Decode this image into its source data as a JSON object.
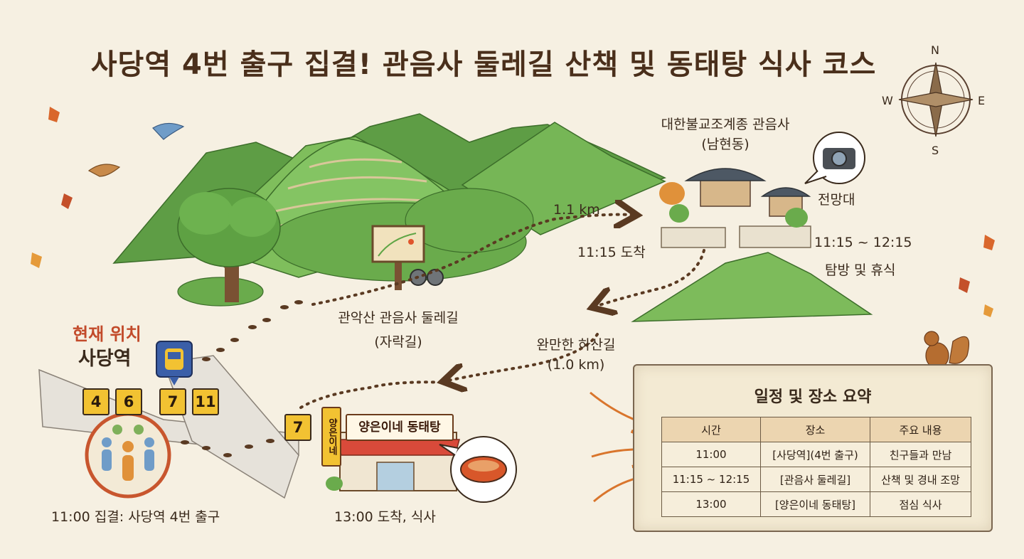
{
  "title": "사당역 4번 출구 집결! 관음사 둘레길 산책 및 동태탕 식사 코스",
  "compass": {
    "n": "N",
    "e": "E",
    "s": "S",
    "w": "W"
  },
  "temple": {
    "name": "대한불교조계종 관음사",
    "area": "(남현동)",
    "viewpoint": "전망대",
    "arrival": "11:15 도착",
    "stay_time": "11:15 ~ 12:15",
    "stay_desc": "탐방 및 휴식"
  },
  "trail": {
    "distance_up": "1.1 km",
    "name": "관악산 관음사 둘레길",
    "sub": "(자락길)",
    "down_name": "완만한 하산길",
    "down_distance": "(1.0 km)"
  },
  "station": {
    "current": "현재 위치",
    "name": "사당역",
    "exits": [
      "4",
      "6",
      "7",
      "11"
    ],
    "meet": "11:00 집결: 사당역 4번 출구"
  },
  "restaurant": {
    "exit": "7",
    "vertical_sign": "양은이네",
    "name": "양은이네 동태탕",
    "arrival": "13:00 도착, 식사"
  },
  "schedule": {
    "title": "일정 및 장소 요약",
    "headers": [
      "시간",
      "장소",
      "주요 내용"
    ],
    "rows": [
      [
        "11:00",
        "[사당역](4번 출구)",
        "친구들과 만남"
      ],
      [
        "11:15 ~ 12:15",
        "[관음사 둘레길]",
        "산책 및 경내 조망"
      ],
      [
        "13:00",
        "[양은이네 동태탕]",
        "점심 식사"
      ]
    ]
  },
  "colors": {
    "background": "#f6f0e2",
    "mountain": "#6fae4f",
    "path": "#5a3a22",
    "accent_orange": "#e07b2e",
    "exit_yellow": "#f2c232",
    "meet_circle": "#c8562e"
  }
}
